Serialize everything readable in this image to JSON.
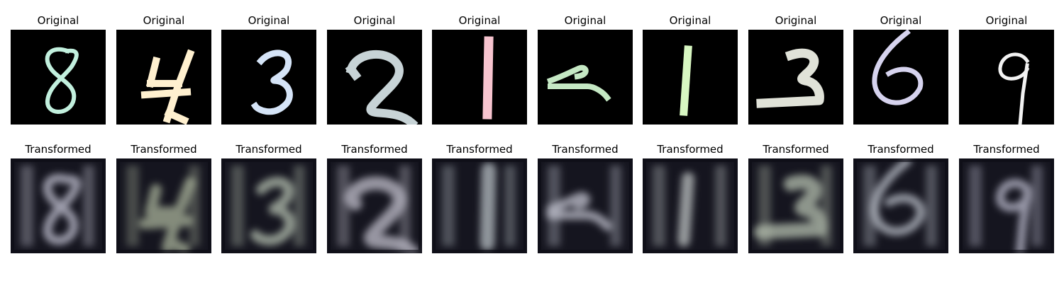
{
  "figure": {
    "row_titles": {
      "original": "Original",
      "transformed": "Transformed"
    },
    "samples": [
      {
        "digit": "8",
        "original_color": "#c2f0de",
        "transformed_tint": "#c8c8d8"
      },
      {
        "digit": "4",
        "original_color": "#fff0cf",
        "transformed_tint": "#a9b39b"
      },
      {
        "digit": "3",
        "original_color": "#d5e4f7",
        "transformed_tint": "#b7c2b2"
      },
      {
        "digit": "2",
        "original_color": "#c7d3d6",
        "transformed_tint": "#c2c0cc"
      },
      {
        "digit": "1",
        "original_color": "#f7c4cf",
        "transformed_tint": "#b8c0c6"
      },
      {
        "digit": "2",
        "original_color": "#c5e8c4",
        "transformed_tint": "#c4c6d2"
      },
      {
        "digit": "1",
        "original_color": "#d8f7c2",
        "transformed_tint": "#c0c6c6"
      },
      {
        "digit": "3",
        "original_color": "#e0e2d8",
        "transformed_tint": "#b6c0b0"
      },
      {
        "digit": "6",
        "original_color": "#d6d3ee",
        "transformed_tint": "#c0c6cf"
      },
      {
        "digit": "9",
        "original_color": "#f2f2f2",
        "transformed_tint": "#c2c2d4"
      }
    ],
    "background_color": "#000000",
    "transformed_background": "#15151f"
  }
}
